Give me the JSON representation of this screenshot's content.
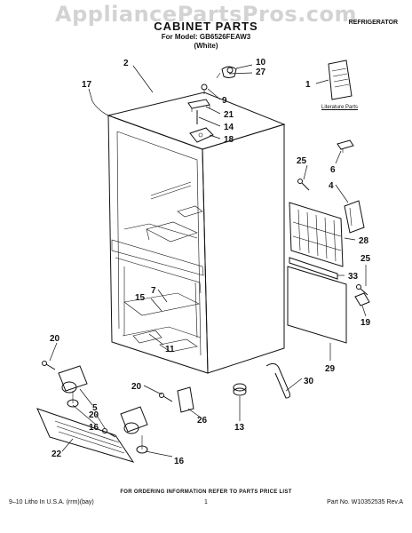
{
  "watermark": "AppliancePartsPros.com",
  "header": {
    "title": "CABINET PARTS",
    "model_line": "For Model: GB6526FEAW3",
    "color_line": "(White)",
    "category": "REFRIGERATOR"
  },
  "literature_label": "Literature Parts",
  "callouts": {
    "c1": "1",
    "c2": "2",
    "c4": "4",
    "c5": "5",
    "c6": "6",
    "c7": "7",
    "c9": "9",
    "c10": "10",
    "c11": "11",
    "c13": "13",
    "c14": "14",
    "c15": "15",
    "c16a": "16",
    "c16b": "16",
    "c17": "17",
    "c18": "18",
    "c19": "19",
    "c20a": "20",
    "c20b": "20",
    "c20c": "20",
    "c21": "21",
    "c22": "22",
    "c25a": "25",
    "c25b": "25",
    "c26": "26",
    "c27": "27",
    "c28": "28",
    "c29": "29",
    "c30": "30",
    "c33": "33"
  },
  "footer": {
    "ordering_info": "FOR ORDERING INFORMATION REFER TO PARTS PRICE LIST",
    "litho": "9–10 Litho In U.S.A. (rrm)(bay)",
    "page": "1",
    "part_no": "Part No. W10352535 Rev.A"
  }
}
